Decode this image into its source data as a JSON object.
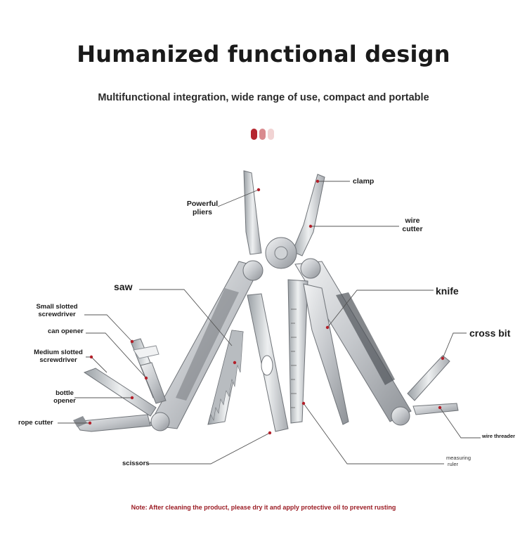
{
  "header": {
    "title": "Humanized functional design",
    "subtitle": "Multifunctional integration, wide range of use, compact and portable"
  },
  "decor": {
    "dot_colors": [
      "#b5262f",
      "#d98a8e",
      "#f1d3d3"
    ]
  },
  "callouts": {
    "clamp": "clamp",
    "powerful_pliers_line1": "Powerful",
    "powerful_pliers_line2": "pliers",
    "wire_cutter_line1": "wire",
    "wire_cutter_line2": "cutter",
    "saw": "saw",
    "knife": "knife",
    "small_slotted_line1": "Small slotted",
    "small_slotted_line2": "screwdriver",
    "can_opener": "can opener",
    "medium_slotted_line1": "Medium slotted",
    "medium_slotted_line2": "screwdriver",
    "cross_bit": "cross bit",
    "bottle_opener_line1": "bottle",
    "bottle_opener_line2": "opener",
    "rope_cutter": "rope cutter",
    "wire_threader": "wire threader",
    "scissors": "scissors",
    "measuring_ruler_line1": "measuring",
    "measuring_ruler_line2": "ruler"
  },
  "footer": {
    "note_label": "Note:",
    "note_text": " After cleaning the product, please dry it and apply protective oil to prevent rusting",
    "note_color": "#9b1c24"
  },
  "colors": {
    "marker": "#b3202a",
    "steel_light": "#e6e8ea",
    "steel_mid": "#b9bcc0",
    "steel_dark": "#6f7378",
    "leader": "#555555"
  }
}
